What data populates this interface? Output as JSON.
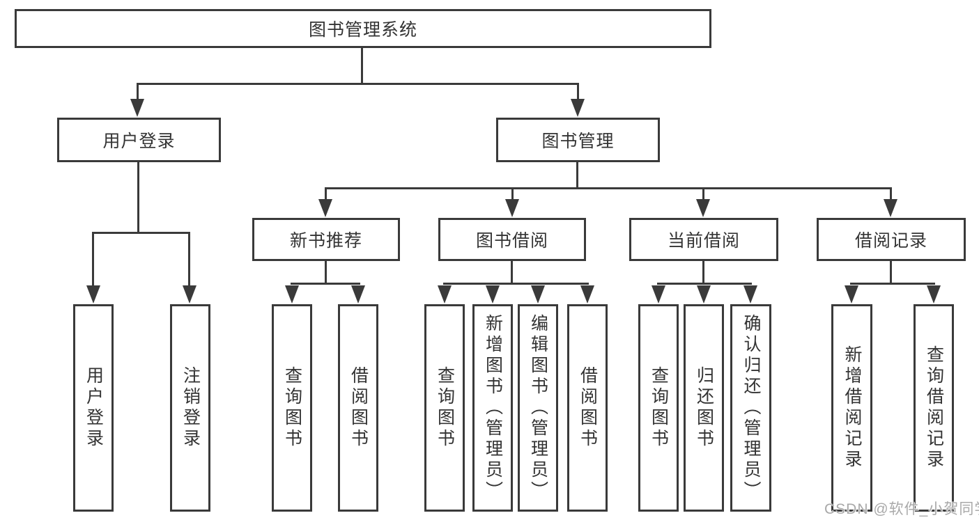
{
  "diagram": {
    "root": {
      "label": "图书管理系统"
    },
    "level2": [
      {
        "label": "用户登录"
      },
      {
        "label": "图书管理"
      }
    ],
    "level3": [
      {
        "label": "新书推荐",
        "parent": "图书管理"
      },
      {
        "label": "图书借阅",
        "parent": "图书管理"
      },
      {
        "label": "当前借阅",
        "parent": "图书管理"
      },
      {
        "label": "借阅记录",
        "parent": "图书管理"
      }
    ],
    "leaves": [
      {
        "label": "用户登录",
        "parent": "用户登录"
      },
      {
        "label": "注销登录",
        "parent": "用户登录"
      },
      {
        "label": "查询图书",
        "parent": "新书推荐"
      },
      {
        "label": "借阅图书",
        "parent": "新书推荐"
      },
      {
        "label": "查询图书",
        "parent": "图书借阅"
      },
      {
        "label": "新增图书（管理员）",
        "parent": "图书借阅"
      },
      {
        "label": "编辑图书（管理员）",
        "parent": "图书借阅"
      },
      {
        "label": "借阅图书",
        "parent": "图书借阅"
      },
      {
        "label": "查询图书",
        "parent": "当前借阅"
      },
      {
        "label": "归还图书",
        "parent": "当前借阅"
      },
      {
        "label": "确认归还（管理员）",
        "parent": "当前借阅"
      },
      {
        "label": "新增借阅记录",
        "parent": "借阅记录"
      },
      {
        "label": "查询借阅记录",
        "parent": "借阅记录"
      }
    ],
    "watermark": "CSDN @软件_小贺同学",
    "colors": {
      "line": "#3a3a3a",
      "text": "#333333",
      "watermark": "#a9a9a9",
      "background": "#ffffff"
    }
  }
}
